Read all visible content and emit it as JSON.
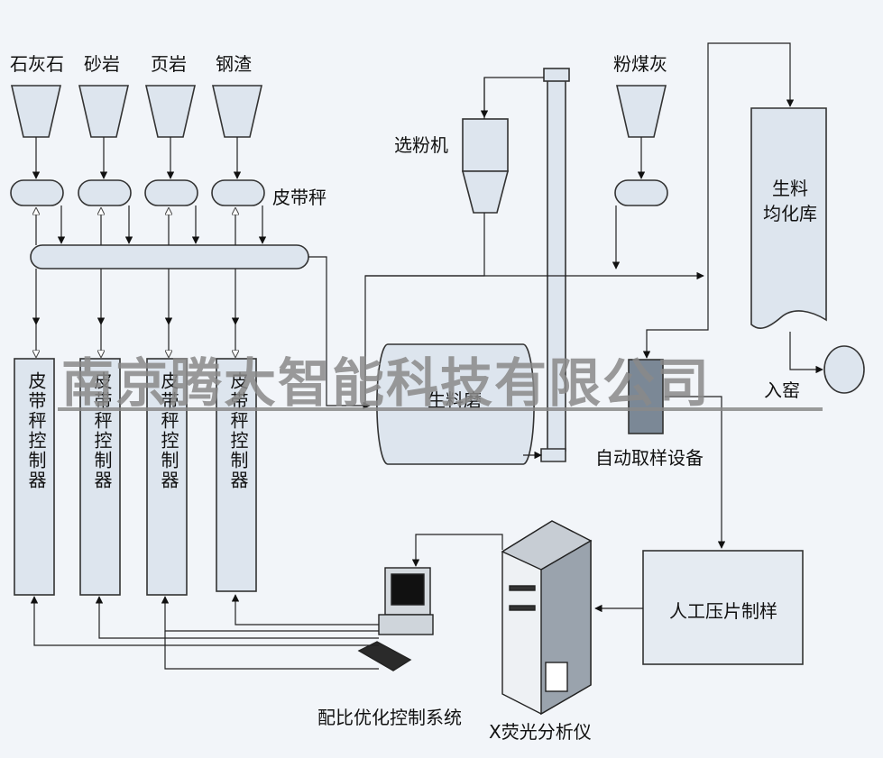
{
  "materials": [
    "石灰石",
    "砂岩",
    "页岩",
    "钢渣"
  ],
  "flyash_label": "粉煤灰",
  "separator_label": "选粉机",
  "belt_scale_label": "皮带秤",
  "controller_label": "皮带秤控制器",
  "raw_mill_label": "生料磨",
  "homogenization_label": "生料\n均化库",
  "kiln_label": "入窑",
  "sampler_label": "自动取样设备",
  "press_label": "人工压片制样",
  "analyzer_label": "X荧光分析仪",
  "control_system_label": "配比优化控制系统",
  "watermark": "南京腾大智能科技有限公司"
}
